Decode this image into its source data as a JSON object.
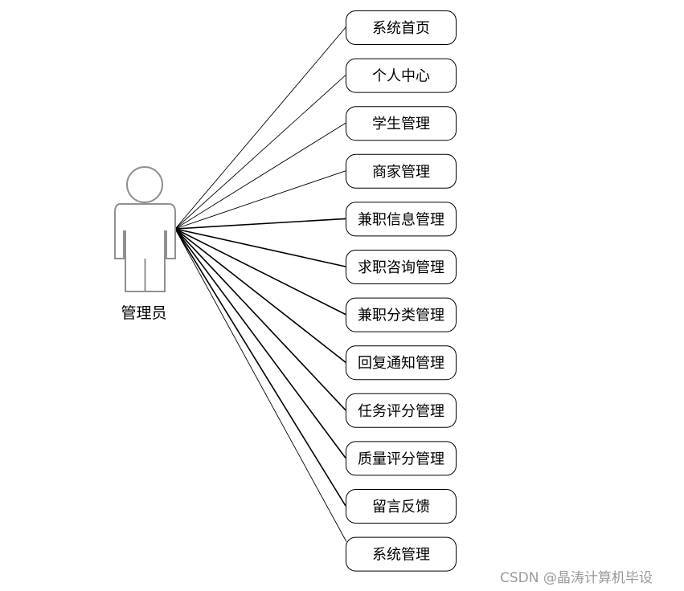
{
  "actor": {
    "label": "管理员"
  },
  "use_cases": [
    "系统首页",
    "个人中心",
    "学生管理",
    "商家管理",
    "兼职信息管理",
    "求职咨询管理",
    "兼职分类管理",
    "回复通知管理",
    "任务评分管理",
    "质量评分管理",
    "留言反馈",
    "系统管理"
  ],
  "watermark": "CSDN @晶涛计算机毕设"
}
